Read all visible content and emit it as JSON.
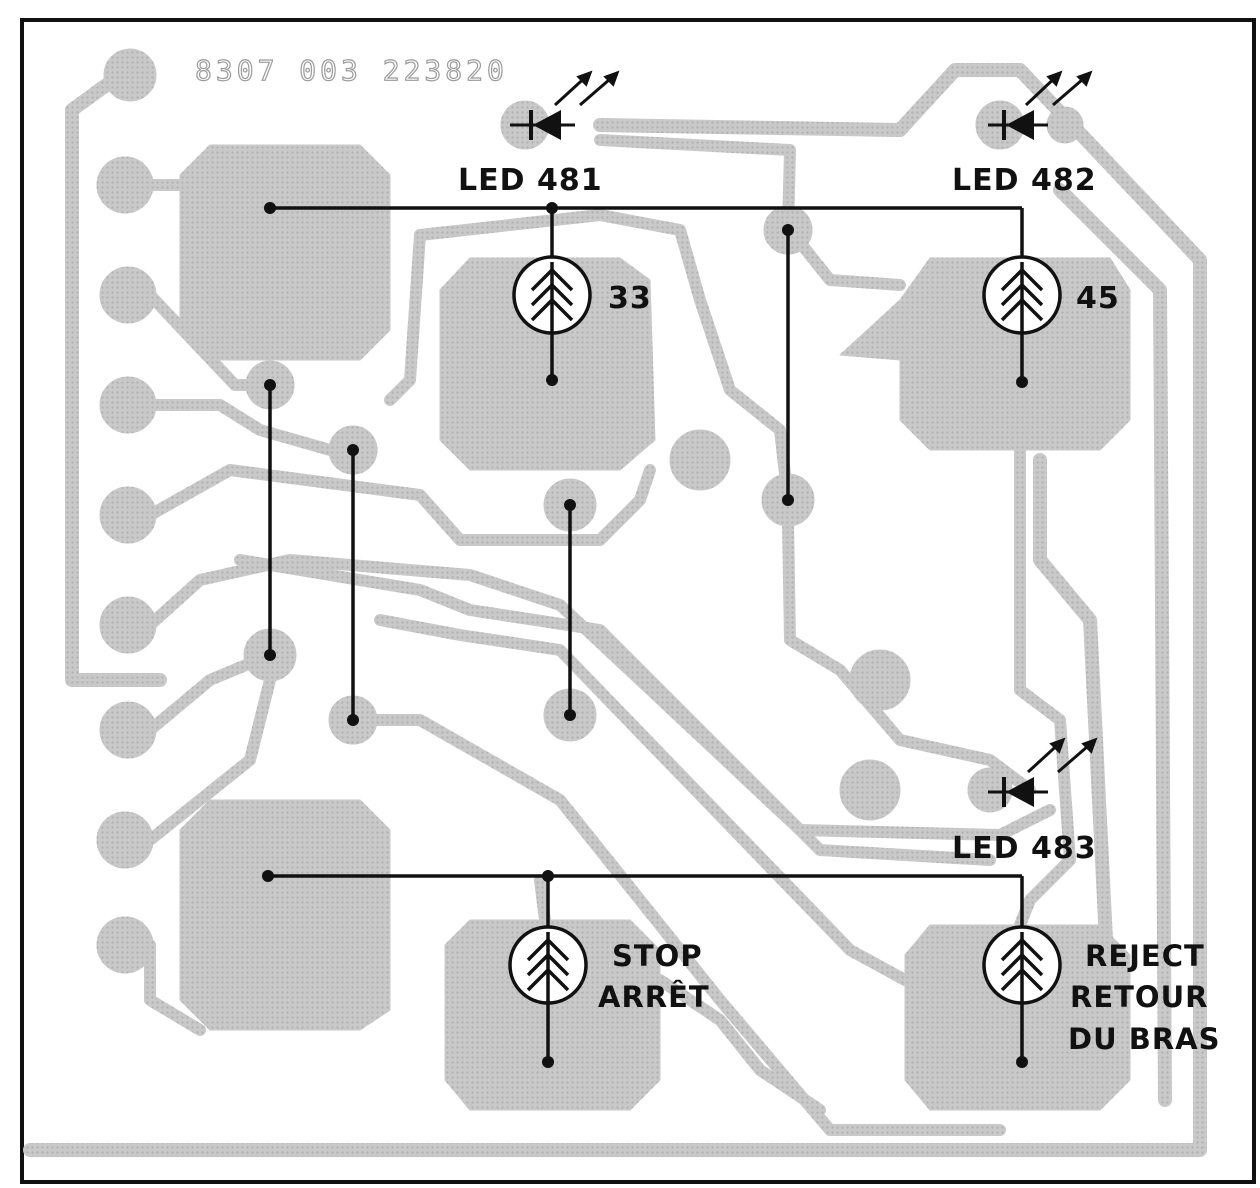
{
  "board": {
    "serial_number": "8307 003 223820",
    "colors": {
      "copper": "#c6c6c6",
      "copper_edge": "#a6a6a6",
      "wire": "#111111",
      "frame": "#111111",
      "background": "#ffffff"
    }
  },
  "leds": [
    {
      "label": "LED 481"
    },
    {
      "label": "LED 482"
    },
    {
      "label": "LED 483"
    }
  ],
  "switches": [
    {
      "lines": [
        "33"
      ]
    },
    {
      "lines": [
        "45"
      ]
    },
    {
      "lines": [
        "STOP",
        "ARRÊT"
      ]
    },
    {
      "lines": [
        "REJECT",
        "RETOUR",
        "DU BRAS"
      ]
    }
  ]
}
